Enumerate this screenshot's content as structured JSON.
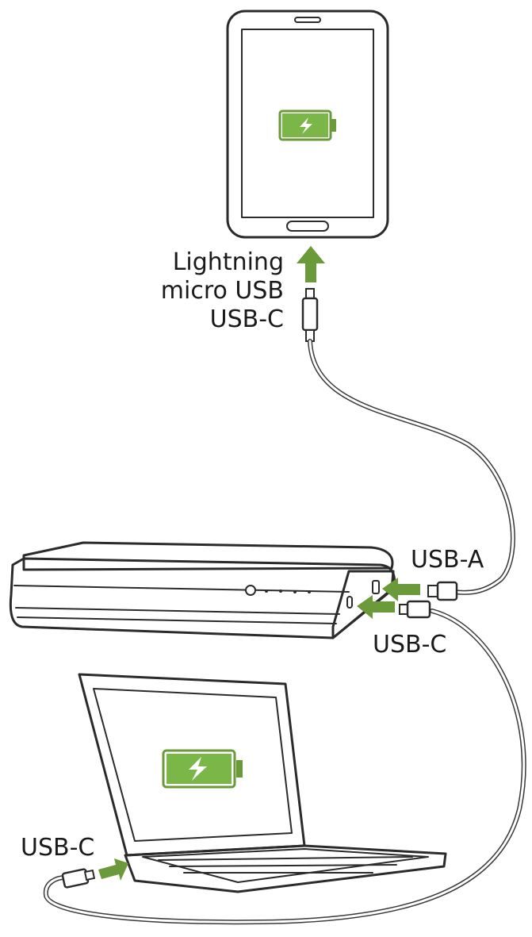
{
  "colors": {
    "accent_green": "#6a9a3a",
    "battery_fill": "#7ab648",
    "outline": "#2b2b2b"
  },
  "icons": {
    "battery": "battery-charging-icon",
    "arrow": "arrow-icon"
  },
  "labels": {
    "tablet_connector_1": "Lightning",
    "tablet_connector_2": "micro USB",
    "tablet_connector_3": "USB-C",
    "powerbank_port_a": "USB-A",
    "powerbank_port_c": "USB-C",
    "laptop_port": "USB-C"
  }
}
